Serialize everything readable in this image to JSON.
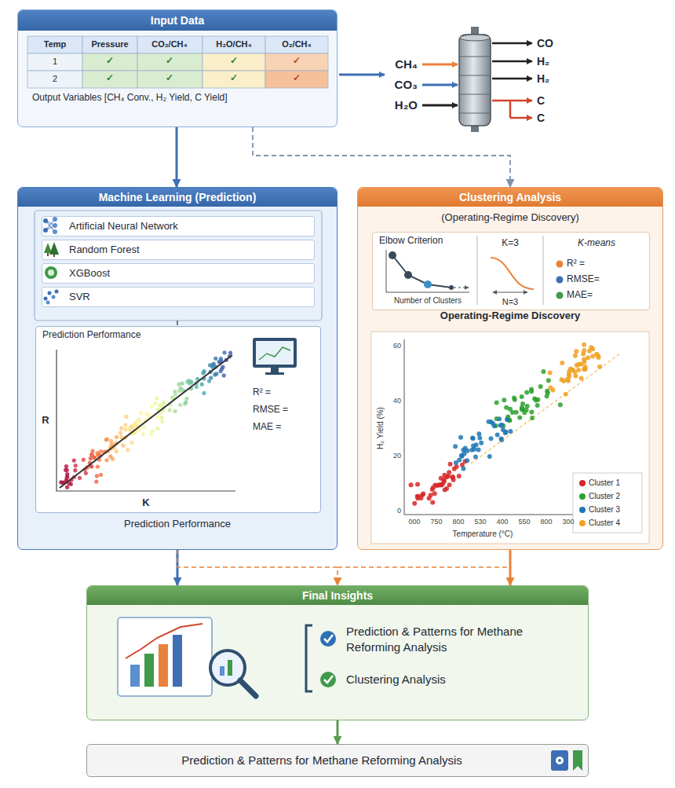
{
  "diagram": {
    "nodes": [
      {
        "text": [
          "Input Data",
          "Output Variables [CH₄ Conv., H₂ Yield, C Yield]"
        ]
      },
      {
        "text": [
          "Machine Learning (Prediction)",
          "Prediction Performance"
        ]
      },
      {
        "text": [
          "Artificial Neural Network"
        ],
        "in": 1
      },
      {
        "text": [
          "Random Forest"
        ],
        "in": 1
      },
      {
        "text": [
          "XGBoost"
        ],
        "in": 1
      },
      {
        "text": [
          "SVR"
        ],
        "in": 1
      },
      {
        "text": [
          "Prediction Performance"
        ],
        "in": 1
      },
      {
        "text": [
          "Clustering Analysis",
          "(Operating-Regime Discovery)",
          "Operating-Regime Discovery"
        ]
      },
      {
        "text": [
          "Elbow Criterion"
        ],
        "in": 7
      },
      {
        "text": [
          "Final Insights"
        ]
      },
      {
        "text": [
          "Prediction & Patterns for Methane Reforming Analysis"
        ],
        "in": 9
      },
      {
        "text": [
          "Clustering Analysis"
        ],
        "in": 9
      },
      {
        "text": [
          "Prediction & Patterns for Methane Reforming Analysis"
        ]
      }
    ],
    "edges": [
      {
        "from": 0,
        "to": 1,
        "arrow": "to"
      },
      {
        "from": 0,
        "to": 7,
        "arrow": "to"
      },
      {
        "from": 1,
        "to": 9,
        "arrow": "to"
      },
      {
        "from": 7,
        "to": 9,
        "arrow": "to"
      },
      {
        "from": 1,
        "to": 9,
        "arrow": "to"
      },
      {
        "from": 9,
        "to": 12,
        "arrow": "to"
      }
    ],
    "labels": [
      "Temp",
      "Pressure",
      "CO₂/CH₄",
      "H₂O/CH₄",
      "O₂/CH₄",
      "1",
      "✓",
      "✓",
      "✓",
      "✓",
      "2",
      "✓",
      "✓",
      "✓",
      "✓",
      "CH₄",
      "CO₃",
      "H₂O",
      "CO",
      "H₂",
      "H₂",
      "C",
      "C",
      "R",
      "K",
      "R² =",
      "RMSE =",
      "MAE =",
      "Number of Clusters",
      "K=3",
      "N=3",
      "K-means",
      "R² =",
      "RMSE=",
      "MAE=",
      "H₂ Yield (%)",
      "Temperature (°C)",
      "60",
      "40",
      "20",
      "0",
      "000",
      "750",
      "800",
      "530",
      "400",
      "550",
      "800",
      "300"
    ],
    "legend": [
      {
        "text": "Cluster 1",
        "color": "#d62728"
      },
      {
        "text": "Cluster 2",
        "color": "#2ca02c"
      },
      {
        "text": "Cluster 3",
        "color": "#1f77b4"
      },
      {
        "text": "Cluster 4",
        "color": "#f0a020"
      }
    ]
  }
}
